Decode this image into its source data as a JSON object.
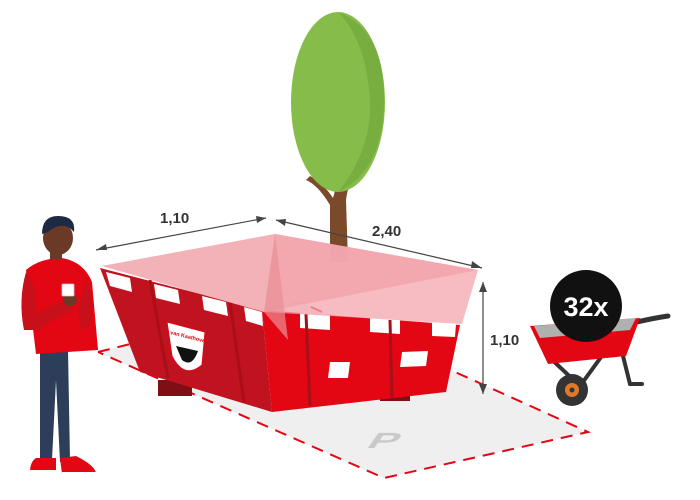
{
  "dimensions": {
    "length": "2,40",
    "width": "1,10",
    "height": "1,10"
  },
  "wheelbarrow": {
    "count_label": "32x"
  },
  "container": {
    "brand_text": "van Kaathoven"
  },
  "colors": {
    "brand_red": "#e30613",
    "dark_red": "#b5121b",
    "tree_green": "#86bd4a",
    "trunk_brown": "#7a4a2a",
    "parking_gray": "#eeeeee",
    "badge_black": "#111111"
  },
  "icons": {
    "person": "person-holding-cup",
    "tree": "tree",
    "container": "skip-container",
    "wheelbarrow": "wheelbarrow",
    "parking": "parking-p"
  }
}
